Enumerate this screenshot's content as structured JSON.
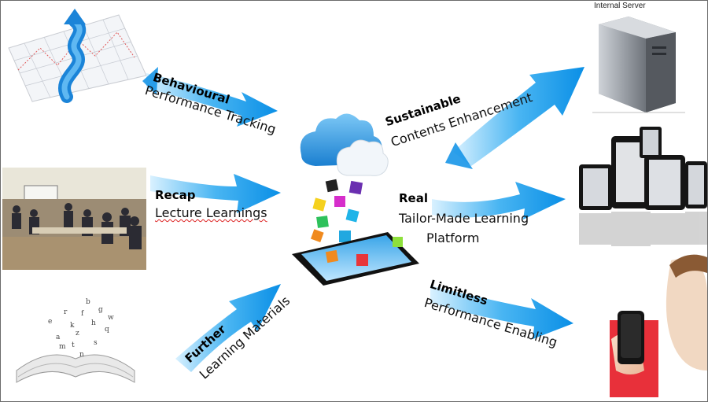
{
  "diagram": {
    "server_label": "Internal Server",
    "flows": [
      {
        "id": "behavioural",
        "keyword": "Behavioural",
        "text": "Performance Tracking"
      },
      {
        "id": "recap",
        "keyword": "Recap",
        "text": "Lecture Learnings"
      },
      {
        "id": "further",
        "keyword": "Further",
        "text": "Learning Materials"
      },
      {
        "id": "sustainable",
        "keyword": "Sustainable",
        "text": "Contents Enhancement"
      },
      {
        "id": "real",
        "keyword": "Real",
        "text_line1": "Tailor-Made Learning",
        "text_line2": "Platform"
      },
      {
        "id": "limitless",
        "keyword": "Limitless",
        "text": "Performance Enabling"
      }
    ],
    "images": [
      {
        "name": "growth-chart-image"
      },
      {
        "name": "lecture-room-photo"
      },
      {
        "name": "open-book-image"
      },
      {
        "name": "cloud-tablet-image"
      },
      {
        "name": "server-image"
      },
      {
        "name": "tablets-image"
      },
      {
        "name": "woman-phone-photo"
      }
    ],
    "colors": {
      "arrow_light": "#bfe7ff",
      "arrow_dark": "#0a8fe6",
      "cloud": "#2f9be3"
    }
  }
}
